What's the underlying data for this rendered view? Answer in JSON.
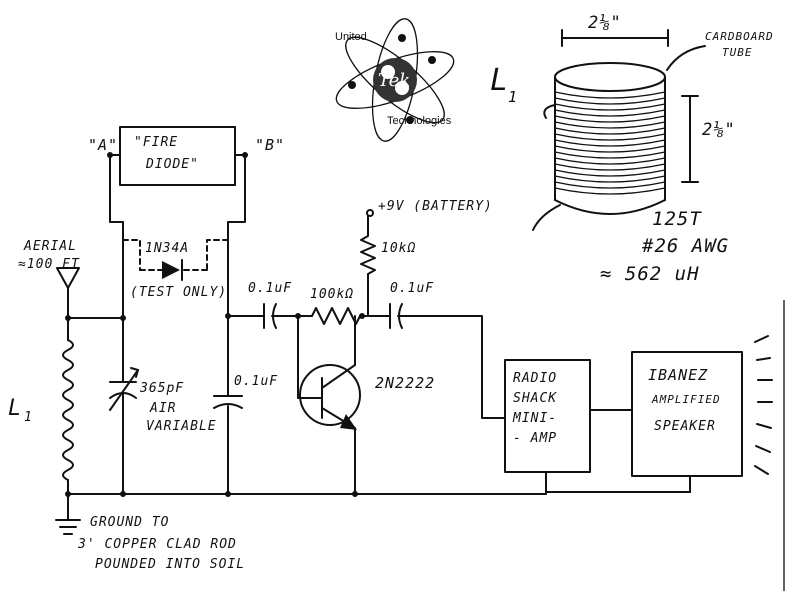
{
  "logo": {
    "top": "United",
    "bottom": "Technologies",
    "center": "Tek",
    "mark": "",
    "icon": "atom-logo-icon"
  },
  "labels": {
    "node_a": "\"A\"",
    "node_b": "\"B\"",
    "fire_diode_1": "\"FIRE",
    "fire_diode_2": "DIODE\"",
    "diode_part": "1N34A",
    "diode_note": "(TEST ONLY)",
    "aerial_1": "AERIAL",
    "aerial_2": "≈100 FT",
    "l1_left": "L",
    "l1_left_sub": "1",
    "cap_var_1": "365pF",
    "cap_var_2": "AIR",
    "cap_var_3": "VARIABLE",
    "cap_shunt": "0.1uF",
    "cap_in": "0.1uF",
    "res_bias": "100kΩ",
    "cap_out": "0.1uF",
    "battery": "+9V (BATTERY)",
    "res_load": "10kΩ",
    "transistor": "2N2222",
    "amp_1": "RADIO",
    "amp_2": "SHACK",
    "amp_3": "MINI-",
    "amp_4": "- AMP",
    "spk_1": "IBANEZ",
    "spk_2": "AMPLIFIED",
    "spk_3": "SPEAKER",
    "ground_1": "GROUND TO",
    "ground_2": "3' COPPER CLAD ROD",
    "ground_3": "POUNDED INTO SOIL"
  },
  "coil_detail": {
    "title": "L",
    "title_sub": "1",
    "width_dim": "2⅛\"",
    "height_dim": "2⅛\"",
    "tube_1": "CARDBOARD",
    "tube_2": "TUBE",
    "turns": "125T",
    "wire": "#26 AWG",
    "inductance": "≈ 562 uH"
  }
}
